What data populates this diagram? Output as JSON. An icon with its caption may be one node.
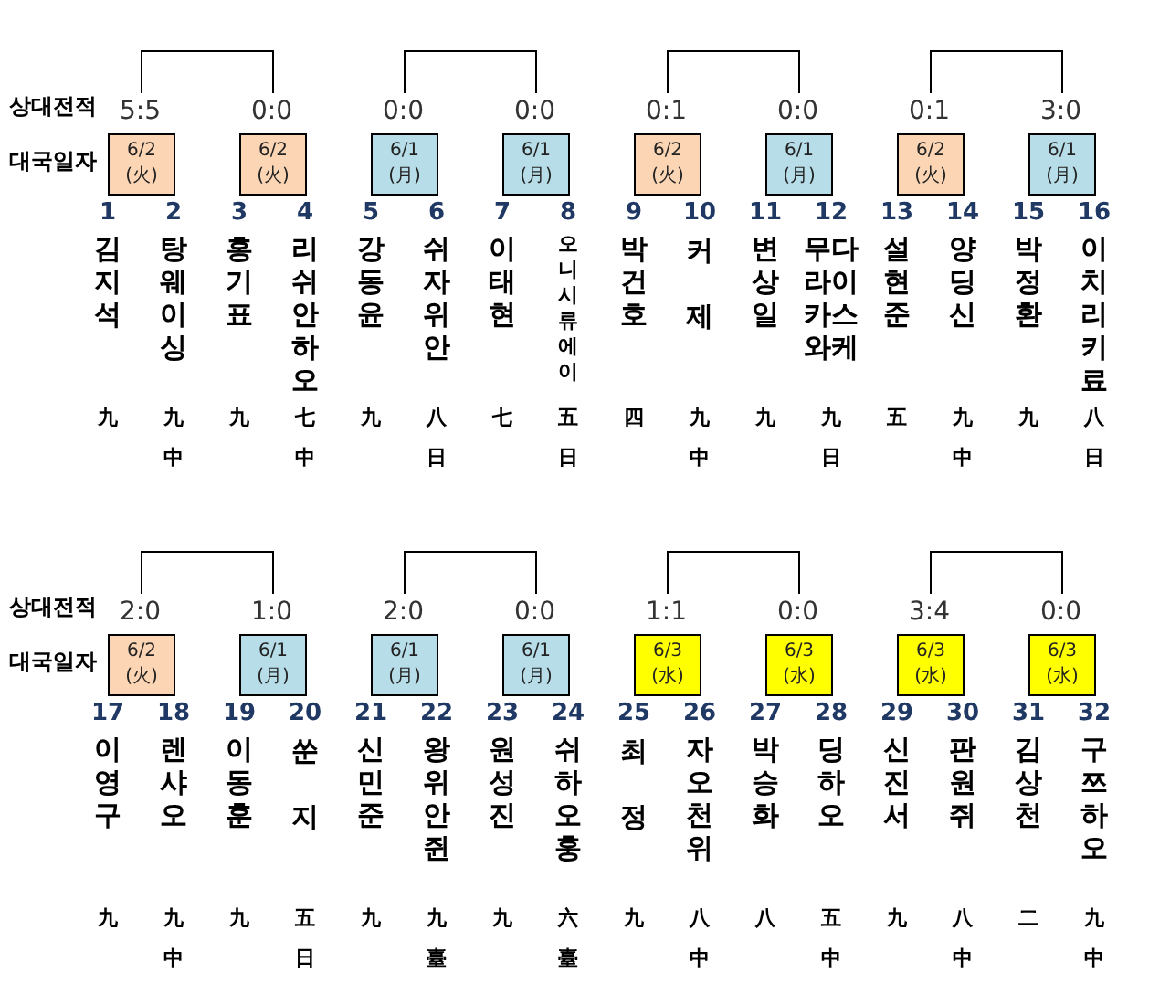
{
  "diagram": {
    "nodes": [
      {
        "text": [
          "5:5"
        ]
      },
      {
        "text": [
          "0:0"
        ]
      },
      {
        "text": [
          "0:0"
        ]
      },
      {
        "text": [
          "0:0"
        ]
      },
      {
        "text": [
          "0:1"
        ]
      },
      {
        "text": [
          "0:0"
        ]
      },
      {
        "text": [
          "0:1"
        ]
      },
      {
        "text": [
          "3:0"
        ]
      },
      {
        "text": [
          "6/2 (火)"
        ]
      },
      {
        "text": [
          "6/2 (火)"
        ]
      },
      {
        "text": [
          "6/1 (月)"
        ]
      },
      {
        "text": [
          "6/1 (月)"
        ]
      },
      {
        "text": [
          "6/2 (火)"
        ]
      },
      {
        "text": [
          "6/1 (月)"
        ]
      },
      {
        "text": [
          "6/2 (火)"
        ]
      },
      {
        "text": [
          "6/1 (月)"
        ]
      },
      {
        "text": [
          "1",
          "김지석"
        ],
        "beside": [
          "九"
        ]
      },
      {
        "text": [
          "2",
          "탕웨이싱"
        ],
        "beside": [
          "九",
          "中"
        ]
      },
      {
        "text": [
          "3",
          "홍기표"
        ],
        "beside": [
          "九"
        ]
      },
      {
        "text": [
          "4",
          "리쉬안하오"
        ],
        "beside": [
          "七",
          "中"
        ]
      },
      {
        "text": [
          "5",
          "강동윤"
        ],
        "beside": [
          "九"
        ]
      },
      {
        "text": [
          "6",
          "쉬자위안"
        ],
        "beside": [
          "八",
          "日"
        ]
      },
      {
        "text": [
          "7",
          "이태현"
        ],
        "beside": [
          "七"
        ]
      },
      {
        "text": [
          "8",
          "오니시류에이"
        ],
        "beside": [
          "五",
          "日"
        ]
      },
      {
        "text": [
          "9",
          "박건호"
        ],
        "beside": [
          "四"
        ]
      },
      {
        "text": [
          "10",
          "커제"
        ],
        "beside": [
          "九",
          "中"
        ]
      },
      {
        "text": [
          "11",
          "변상일"
        ],
        "beside": [
          "九"
        ]
      },
      {
        "text": [
          "12",
          "무다라이카스와케"
        ],
        "beside": [
          "九",
          "日"
        ]
      },
      {
        "text": [
          "13",
          "설현준"
        ],
        "beside": [
          "五"
        ]
      },
      {
        "text": [
          "14",
          "양딩신"
        ],
        "beside": [
          "九",
          "中"
        ]
      },
      {
        "text": [
          "15",
          "박정환"
        ],
        "beside": [
          "九"
        ]
      },
      {
        "text": [
          "16",
          "이치리키료"
        ],
        "beside": [
          "八",
          "日"
        ]
      },
      {
        "text": [
          "2:0"
        ]
      },
      {
        "text": [
          "1:0"
        ]
      },
      {
        "text": [
          "2:0"
        ]
      },
      {
        "text": [
          "0:0"
        ]
      },
      {
        "text": [
          "1:1"
        ]
      },
      {
        "text": [
          "0:0"
        ]
      },
      {
        "text": [
          "3:4"
        ]
      },
      {
        "text": [
          "0:0"
        ]
      },
      {
        "text": [
          "6/2 (火)"
        ]
      },
      {
        "text": [
          "6/1 (月)"
        ]
      },
      {
        "text": [
          "6/1 (月)"
        ]
      },
      {
        "text": [
          "6/1 (月)"
        ]
      },
      {
        "text": [
          "6/3 (水)"
        ]
      },
      {
        "text": [
          "6/3 (水)"
        ]
      },
      {
        "text": [
          "6/3 (水)"
        ]
      },
      {
        "text": [
          "6/3 (水)"
        ]
      },
      {
        "text": [
          "17",
          "이영구"
        ],
        "beside": [
          "九"
        ]
      },
      {
        "text": [
          "18",
          "렌샤오"
        ],
        "beside": [
          "九",
          "中"
        ]
      },
      {
        "text": [
          "19",
          "이동훈"
        ],
        "beside": [
          "九"
        ]
      },
      {
        "text": [
          "20",
          "쑨지"
        ],
        "beside": [
          "五",
          "日"
        ]
      },
      {
        "text": [
          "21",
          "신민준"
        ],
        "beside": [
          "九"
        ]
      },
      {
        "text": [
          "22",
          "왕위안쥔"
        ],
        "beside": [
          "九",
          "臺"
        ]
      },
      {
        "text": [
          "23",
          "원성진"
        ],
        "beside": [
          "九"
        ]
      },
      {
        "text": [
          "24",
          "쉬하오훙"
        ],
        "beside": [
          "六",
          "臺"
        ]
      },
      {
        "text": [
          "25",
          "최정"
        ],
        "beside": [
          "九"
        ]
      },
      {
        "text": [
          "26",
          "자오천위"
        ],
        "beside": [
          "八",
          "中"
        ]
      },
      {
        "text": [
          "27",
          "박승화"
        ],
        "beside": [
          "八"
        ]
      },
      {
        "text": [
          "28",
          "딩하오"
        ],
        "beside": [
          "五",
          "中"
        ]
      },
      {
        "text": [
          "29",
          "신진서"
        ],
        "beside": [
          "九"
        ]
      },
      {
        "text": [
          "30",
          "판원쥐"
        ],
        "beside": [
          "八",
          "中"
        ]
      },
      {
        "text": [
          "31",
          "김상천"
        ],
        "beside": [
          "二"
        ]
      },
      {
        "text": [
          "32",
          "구쯔하오"
        ],
        "beside": [
          "九",
          "中"
        ]
      }
    ],
    "edges": [
      {
        "from": 0,
        "to": 1,
        "arrow": "none"
      },
      {
        "from": 2,
        "to": 3,
        "arrow": "none"
      },
      {
        "from": 4,
        "to": 5,
        "arrow": "none"
      },
      {
        "from": 6,
        "to": 7,
        "arrow": "none"
      },
      {
        "from": 32,
        "to": 33,
        "arrow": "none"
      },
      {
        "from": 34,
        "to": 35,
        "arrow": "none"
      },
      {
        "from": 36,
        "to": 37,
        "arrow": "none"
      },
      {
        "from": 38,
        "to": 39,
        "arrow": "none"
      }
    ],
    "labels": [
      "상대전적",
      "대국일자",
      "상대전적",
      "대국일자"
    ]
  }
}
